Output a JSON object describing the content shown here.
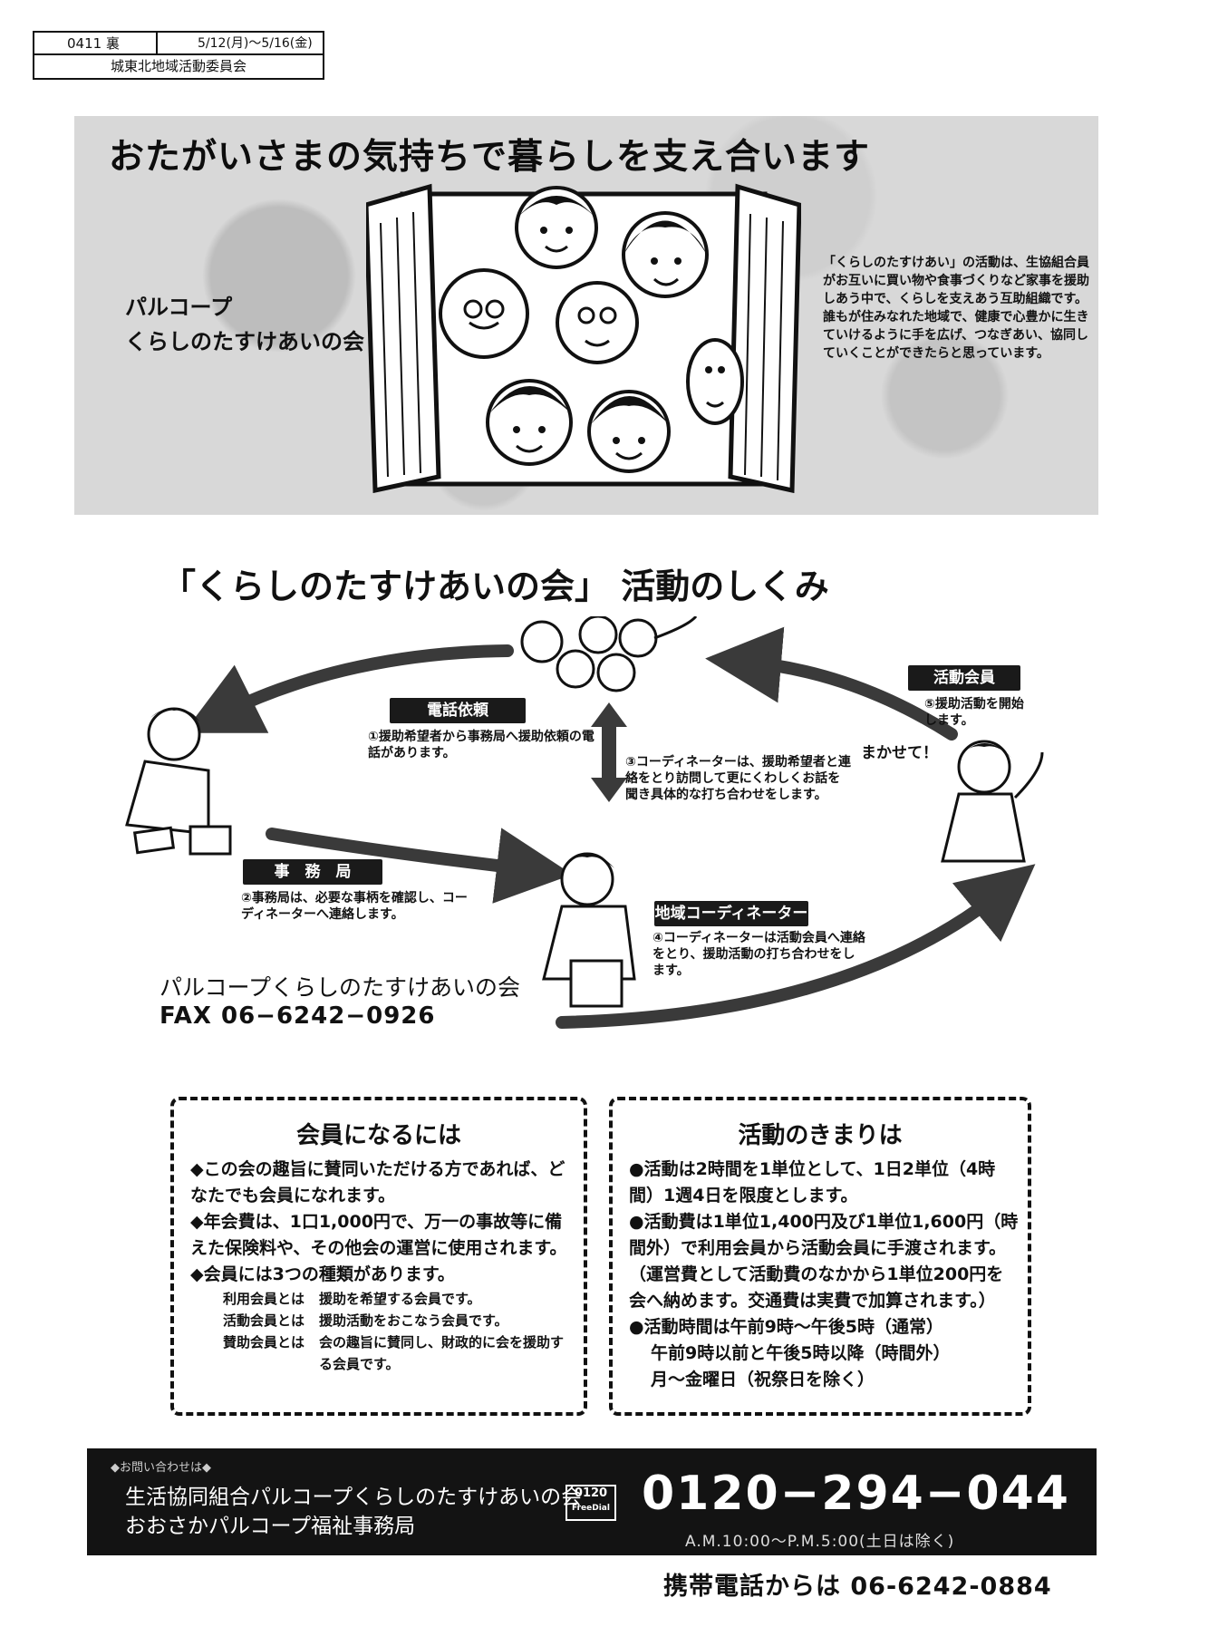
{
  "header": {
    "code": "0411 裏",
    "period": "5/12(月)〜5/16(金)",
    "committee": "城東北地域活動委員会"
  },
  "hero": {
    "headline": "おたがいさまの気持ちで暮らしを支え合います",
    "org_line1": "パルコープ",
    "org_line2": "くらしのたすけあいの会",
    "description": "「くらしのたすけあい」の活動は、生協組合員がお互いに買い物や食事づくりなど家事を援助しあう中で、くらしを支えあう互助組織です。誰もが住みなれた地域で、健康で心豊かに生きていけるように手を広げ、つなぎあい、協同していくことができたらと思っています。"
  },
  "mechanism": {
    "title": "「くらしのたすけあいの会」 活動のしくみ",
    "tag_phone": "電話依頼",
    "step1": "①援助希望者から事務局へ援助依頼の電話があります。",
    "tag_office": "事　務　局",
    "step2": "②事務局は、必要な事柄を確認し、コーディネーターへ連絡します。",
    "step3": "③コーディネーターは、援助希望者と連絡をとり訪問して更にくわしくお話を聞き具体的な打ち合わせをします。",
    "tag_coordinator": "地域コーディネーター",
    "step4": "④コーディネーターは活動会員へ連絡をとり、援助活動の打ち合わせをします。",
    "tag_member": "活動会員",
    "step5": "⑤援助活動を開始します。",
    "speech": "まかせて！",
    "fax_org": "パルコープくらしのたすけあいの会",
    "fax_number": "FAX 06−6242−0926"
  },
  "membership": {
    "title": "会員になるには",
    "item1": "◆この会の趣旨に賛同いただける方であれば、どなたでも会員になれます。",
    "item2": "◆年会費は、1口1,000円で、万一の事故等に備えた保険料や、その他会の運営に使用されます。",
    "item3": "◆会員には3つの種類があります。",
    "types": [
      {
        "name": "利用会員とは",
        "desc": "援助を希望する会員です。"
      },
      {
        "name": "活動会員とは",
        "desc": "援助活動をおこなう会員です。"
      },
      {
        "name": "賛助会員とは",
        "desc": "会の趣旨に賛同し、財政的に会を援助する会員です。"
      }
    ]
  },
  "rules": {
    "title": "活動のきまりは",
    "item1": "●活動は2時間を1単位として、1日2単位（4時間）1週4日を限度とします。",
    "item2": "●活動費は1単位1,400円及び1単位1,600円（時間外）で利用会員から活動会員に手渡されます。（運営費として活動費のなかから1単位200円を会へ納めます。交通費は実費で加算されます。）",
    "item3": "●活動時間は午前9時〜午後5時（通常）",
    "item3b": "午前9時以前と午後5時以降（時間外）",
    "item3c": "月〜金曜日（祝祭日を除く）"
  },
  "footer": {
    "inquiry": "◆お問い合わせは◆",
    "org1": "生活協同組合パルコープくらしのたすけあいの会",
    "org2": "おおさかパルコープ福祉事務局",
    "freedial_mark": "0120",
    "freedial_label": "FreeDial",
    "tel": "0120−294−044",
    "hours": "A.M.10:00〜P.M.5:00(土日は除く)",
    "mobile": "携帯電話からは 06-6242-0884"
  }
}
